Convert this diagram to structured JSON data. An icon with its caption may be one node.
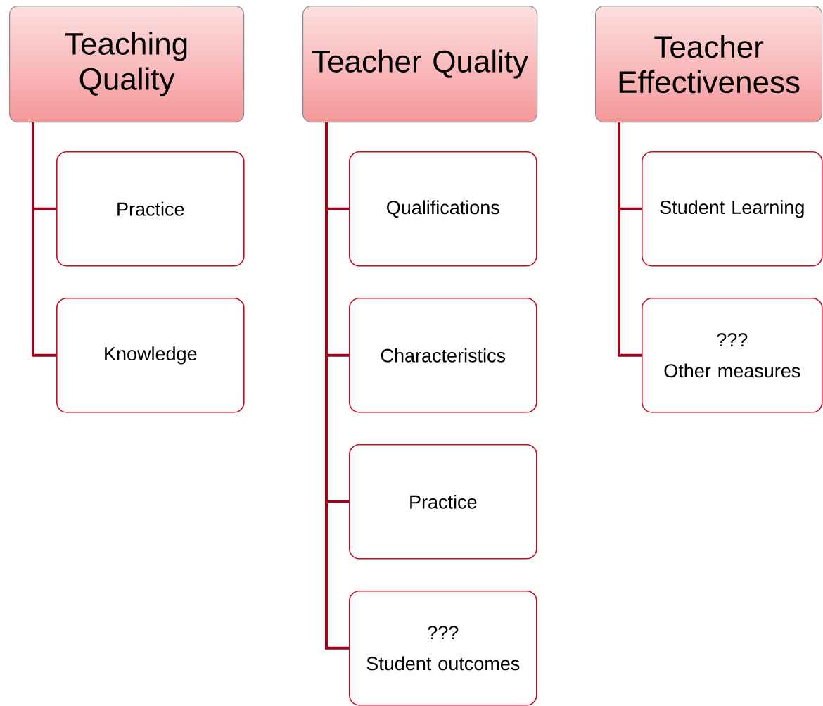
{
  "diagram": {
    "nodes": [
      {
        "text": [
          "Teaching Quality"
        ]
      },
      {
        "text": [
          "Practice"
        ]
      },
      {
        "text": [
          "Knowledge"
        ]
      },
      {
        "text": [
          "Teacher Quality"
        ]
      },
      {
        "text": [
          "Qualifications"
        ]
      },
      {
        "text": [
          "Characteristics"
        ]
      },
      {
        "text": [
          "Practice"
        ]
      },
      {
        "text": [
          "???",
          "Student outcomes"
        ]
      },
      {
        "text": [
          "Teacher Effectiveness"
        ]
      },
      {
        "text": [
          "Student Learning"
        ]
      },
      {
        "text": [
          "???",
          "Other measures"
        ]
      }
    ],
    "edges": [
      {
        "from": 0,
        "to": 1,
        "arrow": "none"
      },
      {
        "from": 0,
        "to": 2,
        "arrow": "none"
      },
      {
        "from": 3,
        "to": 4,
        "arrow": "none"
      },
      {
        "from": 3,
        "to": 5,
        "arrow": "none"
      },
      {
        "from": 3,
        "to": 6,
        "arrow": "none"
      },
      {
        "from": 3,
        "to": 7,
        "arrow": "none"
      },
      {
        "from": 8,
        "to": 9,
        "arrow": "none"
      },
      {
        "from": 8,
        "to": 10,
        "arrow": "none"
      }
    ]
  }
}
